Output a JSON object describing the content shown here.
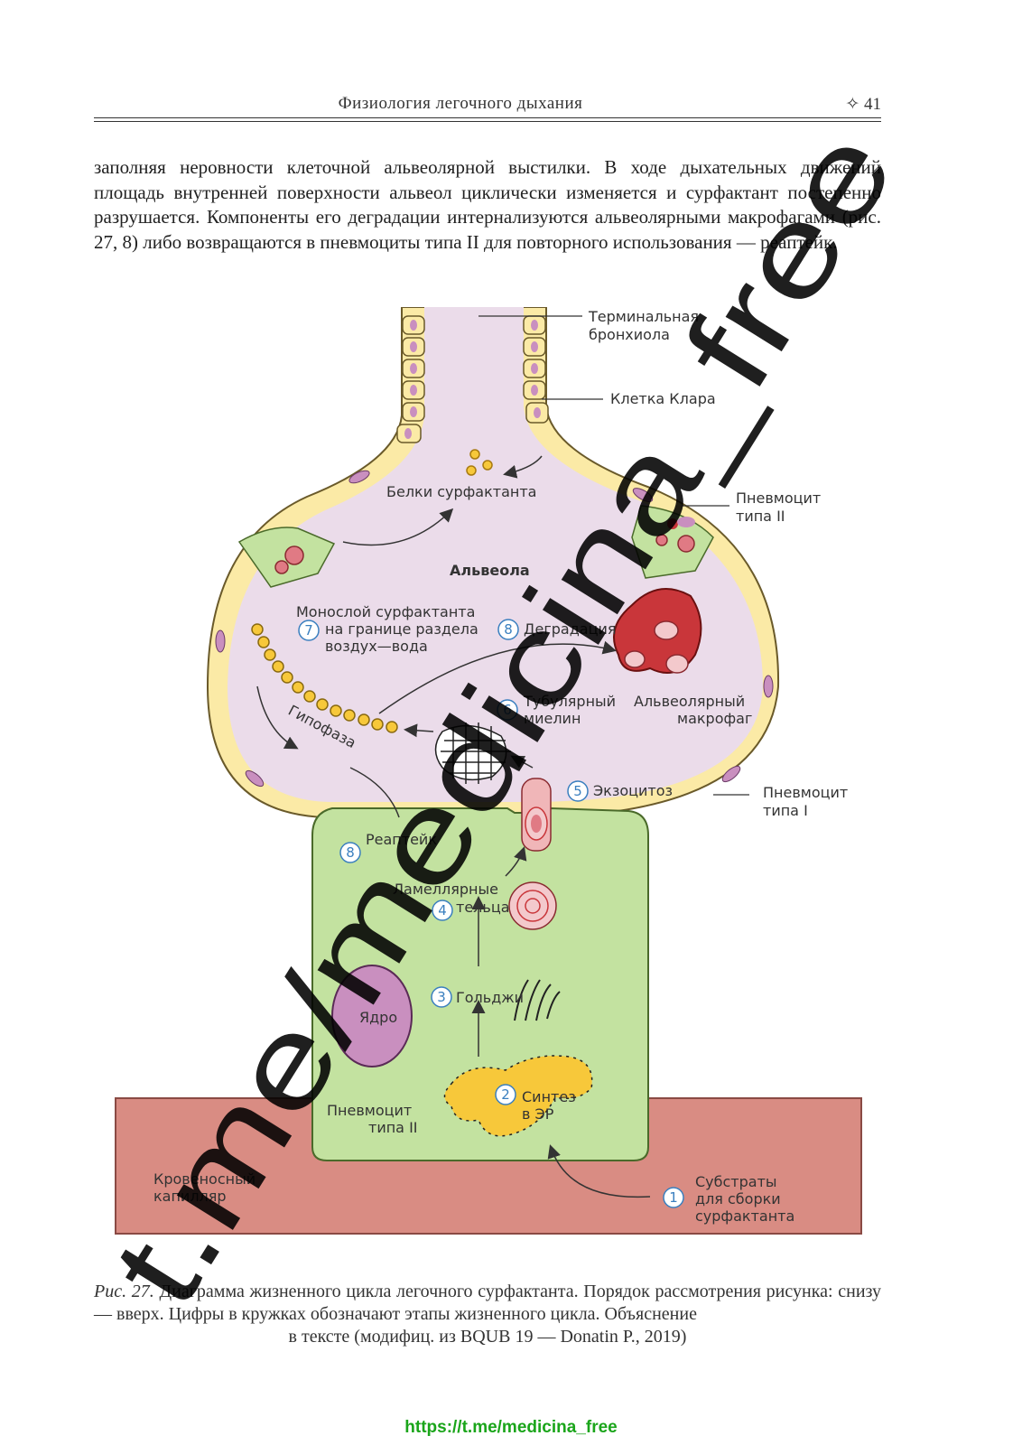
{
  "header": {
    "title": "Физиология легочного дыхания",
    "page_number": "✧ 41"
  },
  "body_text": "заполняя неровности клеточной альвеолярной выстилки. В ходе дыхательных движений площадь внутренней поверхности альвеол циклически изменяется и сурфактант постепенно разрушается. Компоненты его деградации интернализуются альвеолярными макрофагами (рис. 27, 8) либо возвращаются в пневмоциты типа II для повторного использования — реаптейк.",
  "figure": {
    "labels": {
      "terminal_bronchiole_1": "Терминальная",
      "terminal_bronchiole_2": "бронхиола",
      "clara_cell": "Клетка Клара",
      "surfactant_proteins": "Белки сурфактанта",
      "pneumocyte2_top_1": "Пневмоцит",
      "pneumocyte2_top_2": "типа II",
      "alveola": "Альвеола",
      "monolayer_1": "Монослой сурфактанта",
      "monolayer_2": "на границе раздела",
      "monolayer_3": "воздух—вода",
      "degradation": "Деградация",
      "tubular_1": "Тубулярный",
      "tubular_2": "миелин",
      "macrophage_1": "Альвеолярный",
      "macrophage_2": "макрофаг",
      "hypophase": "Гипофаза",
      "exocytosis": "Экзоцитоз",
      "pneumocyte1_1": "Пневмоцит",
      "pneumocyte1_2": "типа I",
      "reuptake": "Реаптейк",
      "lamellar_1": "Ламеллярные",
      "lamellar_2": "тельца",
      "golgi": "Гольджи",
      "nucleus": "Ядро",
      "synthesis_1": "Синтез",
      "synthesis_2": "в ЭР",
      "pneumocyte2_bottom_1": "Пневмоцит",
      "pneumocyte2_bottom_2": "типа II",
      "capillary_1": "Кровеносный",
      "capillary_2": "капилляр",
      "substrates_1": "Субстраты",
      "substrates_2": "для сборки",
      "substrates_3": "сурфактанта"
    },
    "steps": [
      "1",
      "2",
      "3",
      "4",
      "5",
      "6",
      "7",
      "8",
      "8"
    ],
    "colors": {
      "alveolus": "#ebdcea",
      "epithelium": "#fbeaa6",
      "cell_green": "#c3e2a0",
      "capillary": "#d98c83",
      "macrophage": "#c9363a",
      "er_yellow": "#f7c83a",
      "nucleus": "#c98fbf",
      "step_circle": "#3a7fbf"
    }
  },
  "caption": {
    "prefix": "Рис. 27.",
    "text": "Диаграмма жизненного цикла легочного сурфактанта. Порядок рассмотрения рисунка: снизу — вверх. Цифры в кружках обозначают этапы жизненного цикла. Объяснение",
    "last_line": "в тексте (модифиц. из BQUB 19 — Donatin P., 2019)"
  },
  "footer_link": "https://t.me/medicina_free",
  "watermark": "t.me/medicina_free"
}
